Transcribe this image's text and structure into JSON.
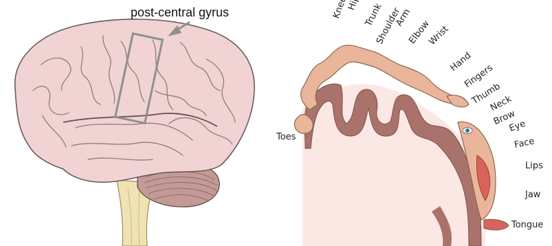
{
  "left_panel": {
    "label": "post-central gyrus",
    "colors": {
      "brain": "#f0d3d2",
      "brain_outline": "#6b5a5a",
      "cerebellum": "#c49a97",
      "brainstem": "#efe3b3",
      "box": "#8f8f8f",
      "arrow": "#8f8f8f"
    }
  },
  "right_panel": {
    "labels": [
      "Knee",
      "Hip",
      "Trunk",
      "Shoulder",
      "Arm",
      "Elbow",
      "Wrist",
      "Hand",
      "Fingers",
      "Thumb",
      "Neck",
      "Brow",
      "Eye",
      "Face",
      "Lips",
      "Jaw",
      "Tongue",
      "Toes"
    ],
    "colors": {
      "cortex": "#a9736b",
      "white_matter": "#fbe8e4",
      "homunculus": "#e9b69c",
      "homunculus_outline": "#8c6450",
      "mouth": "#d9635b"
    }
  }
}
